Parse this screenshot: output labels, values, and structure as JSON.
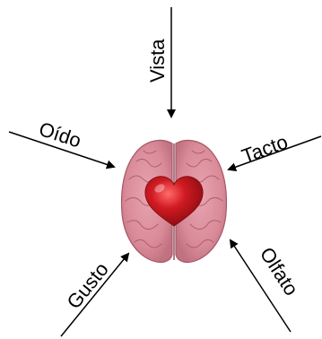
{
  "diagram": {
    "senses": [
      {
        "id": "vista",
        "label": "Vista"
      },
      {
        "id": "oido",
        "label": "Oído"
      },
      {
        "id": "tacto",
        "label": "Tacto"
      },
      {
        "id": "gusto",
        "label": "Gusto"
      },
      {
        "id": "olfato",
        "label": "Olfato"
      }
    ],
    "colors": {
      "brain": "#d98a99",
      "brain_dark": "#b8616f",
      "heart": "#d01a22",
      "arrow": "#000000"
    },
    "center_icons": [
      "brain-icon",
      "heart-icon"
    ]
  }
}
